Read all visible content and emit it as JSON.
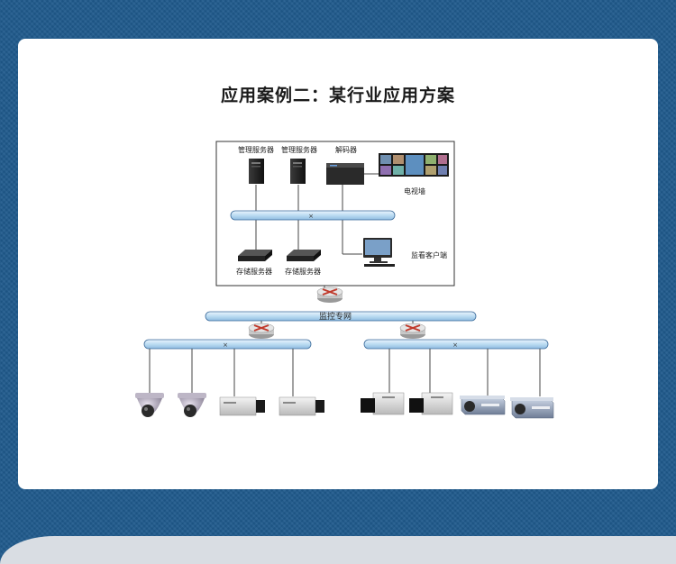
{
  "title": "应用案例二：某行业应用方案",
  "labels": {
    "mgmt_server_1": "管理服务器",
    "mgmt_server_2": "管理服务器",
    "decoder": "解码器",
    "video_wall": "电视墙",
    "storage_server_1": "存储服务器",
    "storage_server_2": "存储服务器",
    "monitor_client": "监看客户端",
    "monitor_network": "监控专网"
  },
  "colors": {
    "background": "#1f5a8c",
    "card": "#ffffff",
    "bus_fill": "#cfe6f7",
    "bus_stroke": "#3a6a9a"
  }
}
